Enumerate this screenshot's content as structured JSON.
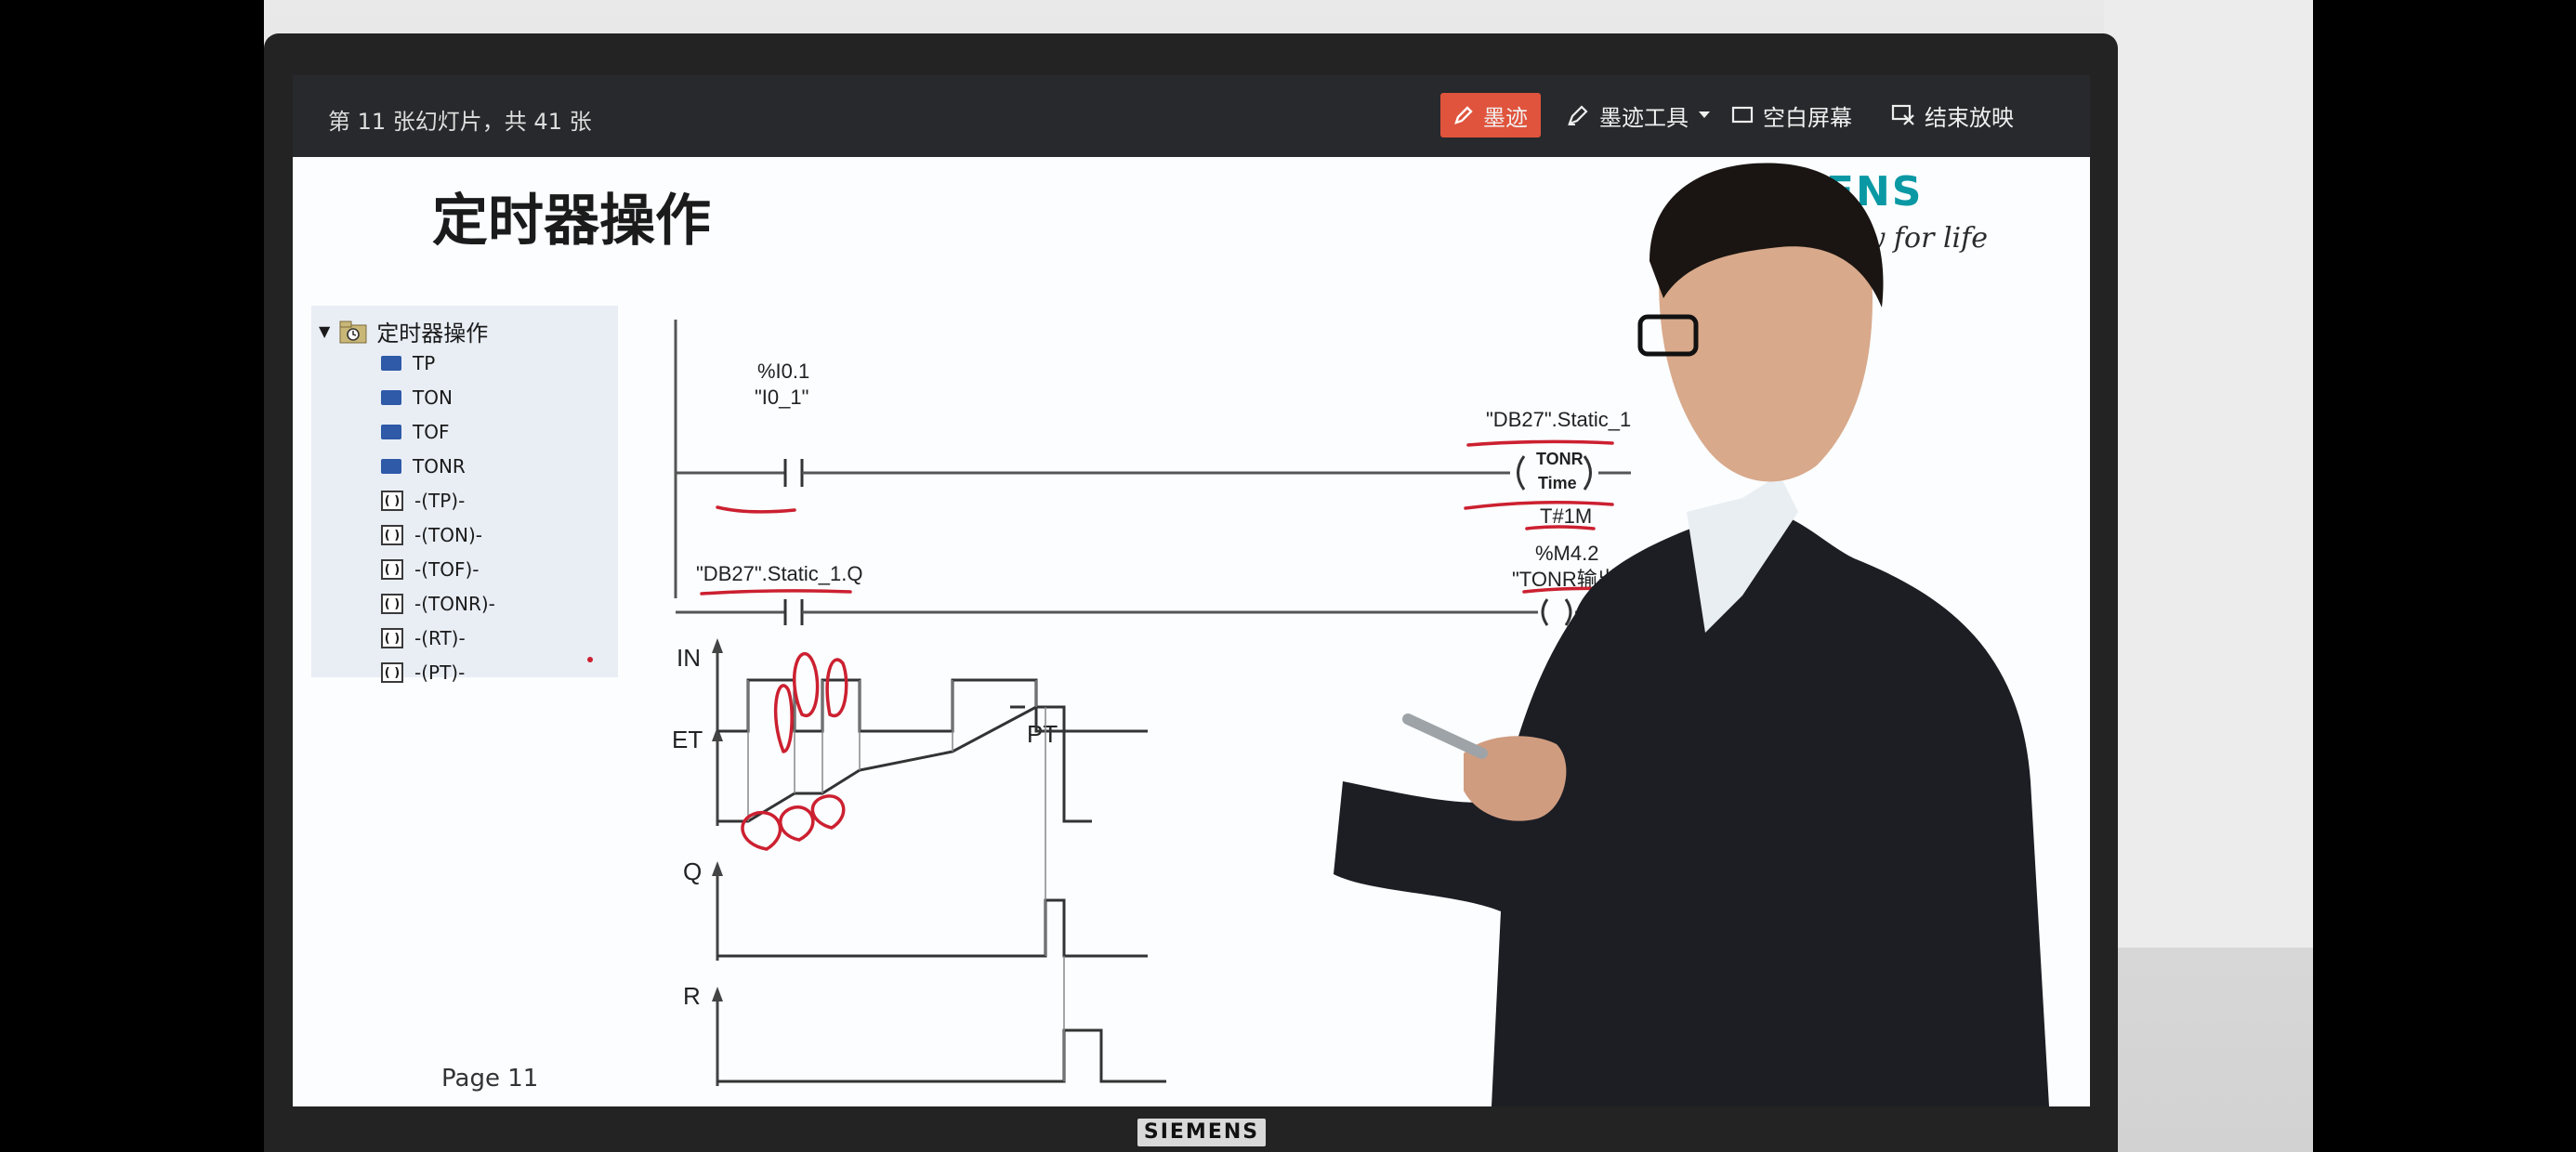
{
  "toolbar": {
    "slide_counter": "第 11 张幻灯片，共 41 张",
    "ink": "墨迹",
    "ink_tools": "墨迹工具",
    "blank_screen": "空白屏幕",
    "end_show": "结束放映",
    "ink_color": "#e0533c"
  },
  "slide": {
    "title": "定时器操作",
    "brand": "SIEMENS",
    "tagline": "Ingenuity for life",
    "page": "Page 11",
    "nav_prev": "(",
    "nav_next": ")"
  },
  "tree": {
    "root": "定时器操作",
    "items": [
      {
        "icon": "block",
        "label": "TP"
      },
      {
        "icon": "block",
        "label": "TON"
      },
      {
        "icon": "block",
        "label": "TOF"
      },
      {
        "icon": "block",
        "label": "TONR"
      },
      {
        "icon": "coil",
        "label": "-(TP)-"
      },
      {
        "icon": "coil",
        "label": "-(TON)-"
      },
      {
        "icon": "coil",
        "label": "-(TOF)-"
      },
      {
        "icon": "coil",
        "label": "-(TONR)-"
      },
      {
        "icon": "coil",
        "label": "-(RT)-"
      },
      {
        "icon": "coil",
        "label": "-(PT)-"
      }
    ]
  },
  "ladder": {
    "rung1_contact_addr": "%I0.1",
    "rung1_contact_name": "\"I0_1\"",
    "rung1_coil_db": "\"DB27\".Static_1",
    "rung1_coil_type": "TONR",
    "rung1_coil_sub": "Time",
    "rung1_preset": "T#1M",
    "rung2_contact_name": "\"DB27\".Static_1.Q",
    "rung2_coil_addr": "%M4.2",
    "rung2_coil_name": "\"TONR输出\""
  },
  "timing": {
    "labels": [
      "IN",
      "ET",
      "Q",
      "R"
    ],
    "pt_label": "PT"
  },
  "bezel_brand": "SIEMENS"
}
